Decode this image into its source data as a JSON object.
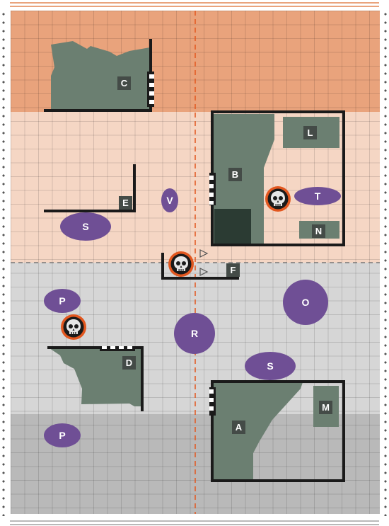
{
  "colors": {
    "top_zone": "#e9a37c",
    "middle_zone": "#f5d6c4",
    "lower_zone": "#d6d6d6",
    "bottom_zone": "#b9b9b9",
    "ruin": "#6b7f71",
    "ruin_dark": "#2b3b33",
    "objective": "#6f4f95",
    "skull_ring": "#e2571f",
    "centre_line": "#e2571f",
    "label_bg": "#444b47"
  },
  "terrain_labels": {
    "a": "A",
    "b": "B",
    "c": "C",
    "d": "D",
    "e": "E",
    "f": "F",
    "l": "L",
    "m": "M",
    "n": "N"
  },
  "objectives": {
    "v": "V",
    "s_top": "S",
    "t": "T",
    "p_upper": "P",
    "r": "R",
    "o": "O",
    "s_bottom": "S",
    "p_lower": "P"
  },
  "icons": {
    "skull": "skull-icon",
    "arrow": "triangle-arrow-icon"
  }
}
